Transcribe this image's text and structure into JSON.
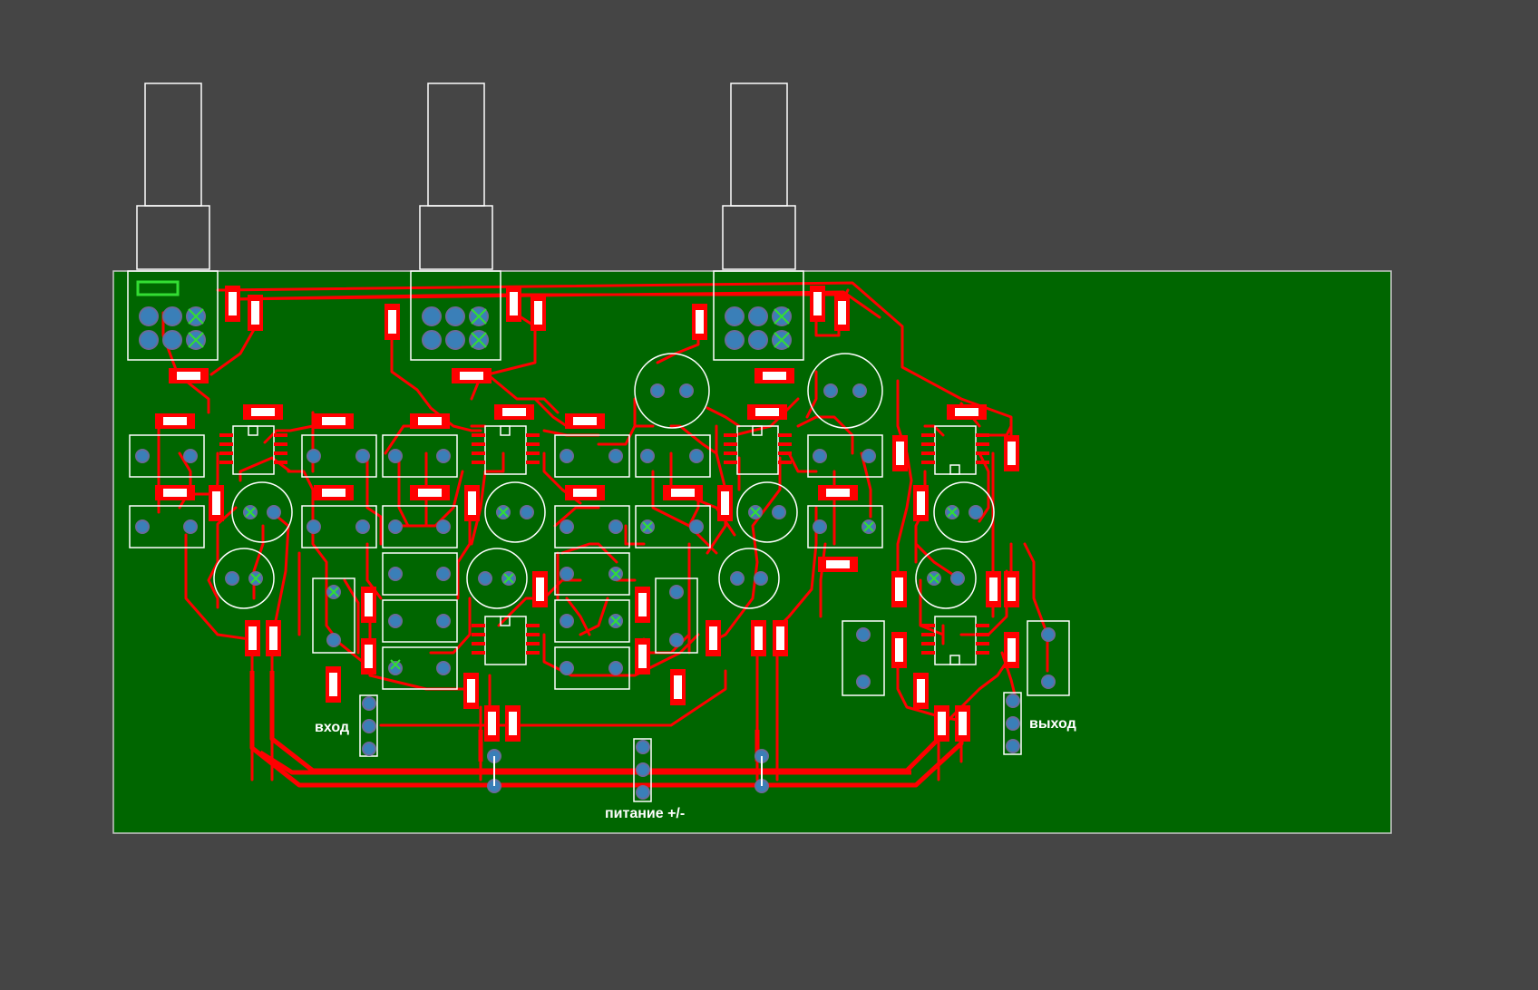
{
  "canvas": {
    "background_color": "#454545",
    "board_color": "#006600",
    "board_outline_color": "#c8c8c8",
    "silkscreen_color": "#ffffff",
    "trace_color": "#ff0000",
    "pad_color": "#e8e8e8",
    "via_color": "#3a7fb8",
    "highlight_color": "#33dd33"
  },
  "labels": {
    "input": "вход",
    "output": "выход",
    "power": "питание +/-"
  },
  "components": {
    "potentiometers": [
      "pot-1",
      "pot-2",
      "pot-3"
    ],
    "connectors": [
      "input-connector",
      "output-connector",
      "power-connector"
    ]
  }
}
